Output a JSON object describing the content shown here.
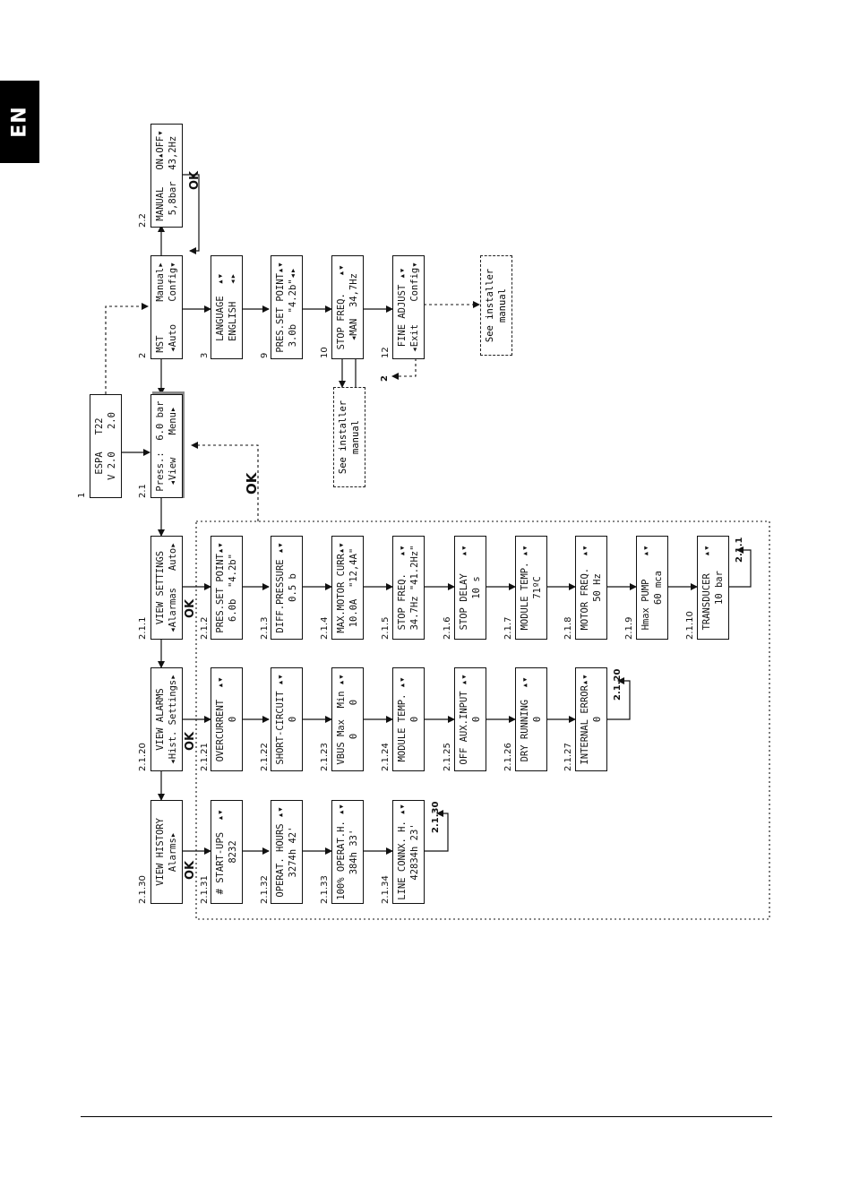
{
  "lang_tab": "EN",
  "ok_label": "OK",
  "screens": {
    "s1": {
      "ref": "1",
      "l1": "ESPA   T22",
      "l2": "V 2.0    2.0"
    },
    "s2_1": {
      "ref": "2.1",
      "l1": "Press.:  6.0 bar",
      "l2": "◂View    Menu▸"
    },
    "s2": {
      "ref": "2",
      "l1": "MST      Manual▸",
      "l2": "◂Auto    Config▾"
    },
    "s2_2": {
      "ref": "2.2",
      "l1": "MANUAL   ON▴OFF▾",
      "l2": "5,8bar  43,2Hz"
    },
    "s3": {
      "ref": "3",
      "l1": "LANGUAGE  ▴▾",
      "l2": "ENGLISH   ◂▸"
    },
    "s9": {
      "ref": "9",
      "l1": "PRES.SET POINT▴▾",
      "l2": "3.0b  \"4.2b\"◂▸"
    },
    "s10": {
      "ref": "10",
      "l1": "STOP FREQ.   ▴▾",
      "l2": "◂MAN  34,7Hz"
    },
    "s12": {
      "ref": "12",
      "l1": "FINE ADJUST ▴▾",
      "l2": "◂Exit    Config▾"
    },
    "s2_1_1": {
      "ref": "2.1.1",
      "l1": "VIEW SETTINGS",
      "l2": "◂Alarmas   Auto▸"
    },
    "s2_1_2": {
      "ref": "2.1.2",
      "l1": "PRES.SET POINT▴▾",
      "l2": "6.0b  \"4.2b\""
    },
    "s2_1_3": {
      "ref": "2.1.3",
      "l1": "DIFF.PRESSURE ▴▾",
      "l2": "0.5 b"
    },
    "s2_1_4": {
      "ref": "2.1.4",
      "l1": "MAX.MOTOR CURR▴▾",
      "l2": "10.0A  \"12,4A\""
    },
    "s2_1_5": {
      "ref": "2.1.5",
      "l1": "STOP FREQ.   ▴▾",
      "l2": "34.7Hz \"41.2Hz\""
    },
    "s2_1_6": {
      "ref": "2.1.6",
      "l1": "STOP DELAY   ▴▾",
      "l2": "10 s"
    },
    "s2_1_7": {
      "ref": "2.1.7",
      "l1": "MODULE TEMP. ▴▾",
      "l2": "71ºC"
    },
    "s2_1_8": {
      "ref": "2.1.8",
      "l1": "MOTOR FREQ.  ▴▾",
      "l2": "50 Hz"
    },
    "s2_1_9": {
      "ref": "2.1.9",
      "l1": "Hmax PUMP    ▴▾",
      "l2": "60 mca"
    },
    "s2_1_10": {
      "ref": "2.1.10",
      "l1": "TRANSDUCER   ▴▾",
      "l2": "10 bar"
    },
    "s2_1_20": {
      "ref": "2.1.20",
      "l1": "VIEW ALARMS",
      "l2": "◂Hist. Settings▸"
    },
    "s2_1_21": {
      "ref": "2.1.21",
      "l1": "OVERCURRENT  ▴▾",
      "l2": "0"
    },
    "s2_1_22": {
      "ref": "2.1.22",
      "l1": "SHORT-CIRCUIT ▴▾",
      "l2": "0"
    },
    "s2_1_23": {
      "ref": "2.1.23",
      "l1": "VBUS Max  Min ▴▾",
      "l2": "0     0"
    },
    "s2_1_24": {
      "ref": "2.1.24",
      "l1": "MODULE TEMP. ▴▾",
      "l2": "0"
    },
    "s2_1_25": {
      "ref": "2.1.25",
      "l1": "OFF AUX.INPUT ▴▾",
      "l2": "0"
    },
    "s2_1_26": {
      "ref": "2.1.26",
      "l1": "DRY RUNNING  ▴▾",
      "l2": "0"
    },
    "s2_1_27": {
      "ref": "2.1.27",
      "l1": "INTERNAL ERROR▴▾",
      "l2": "0"
    },
    "s2_1_30": {
      "ref": "2.1.30",
      "l1": "VIEW HISTORY",
      "l2": "Alarms▸"
    },
    "s2_1_31": {
      "ref": "2.1.31",
      "l1": "# START-UPS  ▴▾",
      "l2": "8232"
    },
    "s2_1_32": {
      "ref": "2.1.32",
      "l1": "OPERAT. HOURS ▴▾",
      "l2": "3274h 42'"
    },
    "s2_1_33": {
      "ref": "2.1.33",
      "l1": "100% OPERAT.H. ▴▾",
      "l2": "384h 33'"
    },
    "s2_1_34": {
      "ref": "2.1.34",
      "l1": "LINE CONNX. H. ▴▾",
      "l2": "42834h 23'"
    }
  },
  "notes": {
    "installer_a": {
      "l1": "See installer",
      "l2": "manual"
    },
    "installer_b": {
      "l1": "See installer",
      "l2": "manual"
    }
  },
  "loop_refs": {
    "r_2_1_1": "2.1.1",
    "r_2_1_20": "2.1.20",
    "r_2_1_30": "2.1.30",
    "r_2": "2"
  }
}
